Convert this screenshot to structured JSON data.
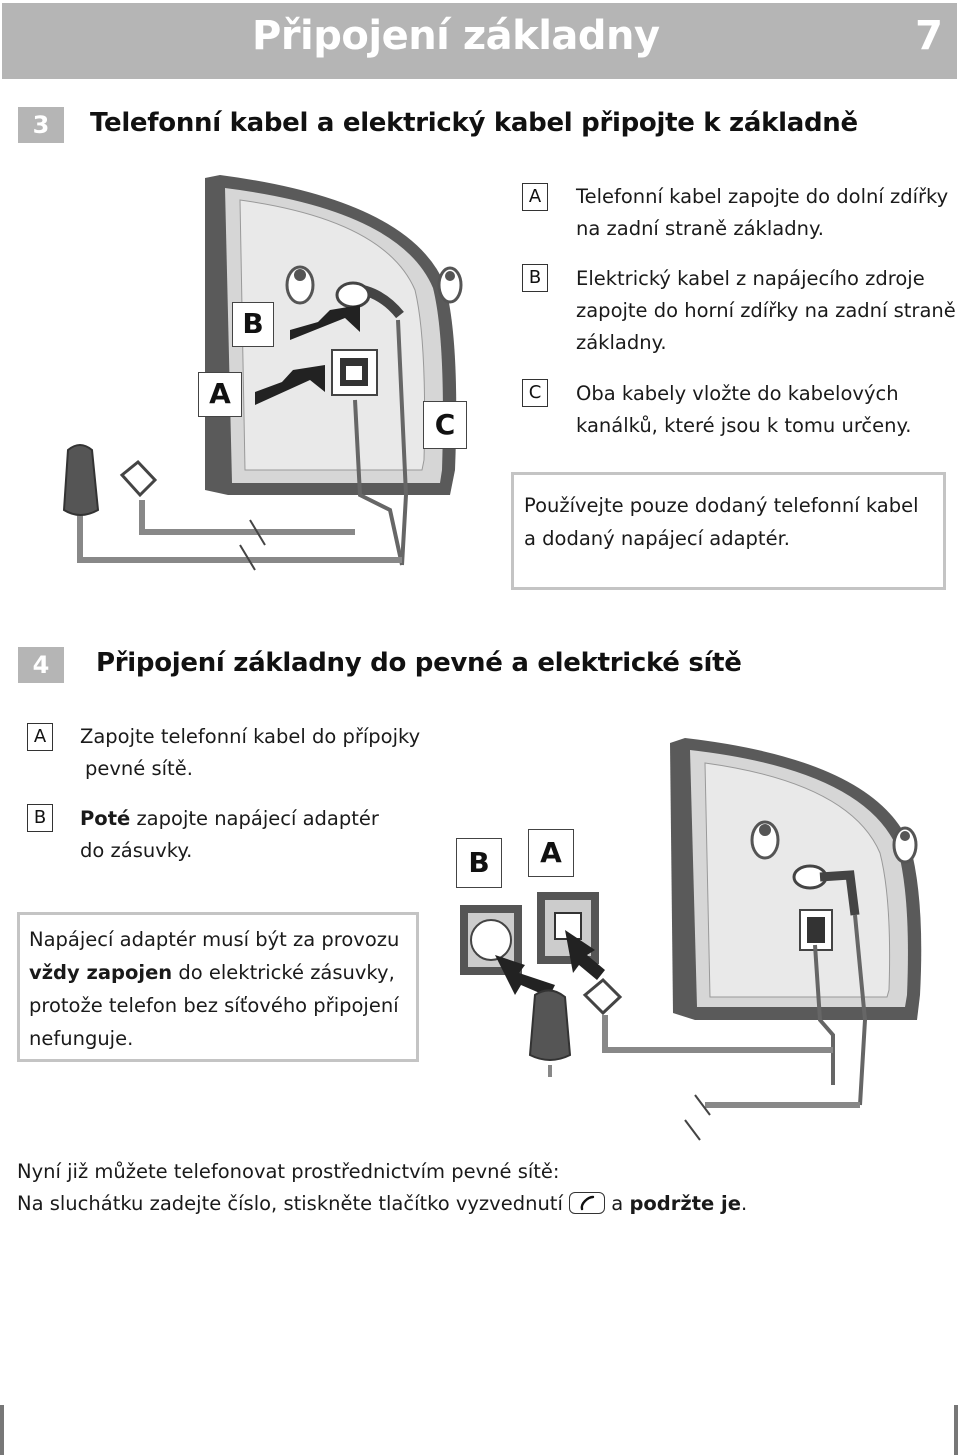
{
  "header": {
    "title": "Připojení základny",
    "page_number": "7"
  },
  "step3": {
    "number": "3",
    "heading": "Telefonní kabel a elektrický kabel připojte k základně",
    "items": [
      {
        "letter": "A",
        "line1": "Telefonní kabel zapojte do dolní zdířky",
        "line2": "na zadní straně základny.",
        "line3": ""
      },
      {
        "letter": "B",
        "line1": "Elektrický kabel z napájecího zdroje",
        "line2": "zapojte do horní zdířky na zadní straně",
        "line3": "základny."
      },
      {
        "letter": "C",
        "line1": "Oba kabely vložte do kabelových",
        "line2": "kanálků, které jsou k tomu určeny.",
        "line3": ""
      }
    ],
    "note": {
      "line1": "Používejte pouze dodaný telefonní kabel",
      "line2": "a dodaný napájecí adaptér."
    },
    "diagram_labels": {
      "a": "A",
      "b": "B",
      "c": "C"
    }
  },
  "step4": {
    "number": "4",
    "heading": "Připojení základny do pevné a elektrické sítě",
    "items": [
      {
        "letter": "A",
        "line1": "Zapojte telefonní kabel do přípojky",
        "line2": "pevné sítě."
      },
      {
        "letter": "B",
        "line1_bold": "Poté",
        "line1_rest": " zapojte napájecí adaptér",
        "line2": "do zásuvky."
      }
    ],
    "note": {
      "line1": "Napájecí adaptér musí být za provozu",
      "line2_bold": "vždy zapojen",
      "line2_rest": " do elektrické zásuvky,",
      "line3": "protože telefon bez síťového připojení",
      "line4": "nefunguje."
    },
    "diagram_labels": {
      "a": "A",
      "b": "B"
    }
  },
  "footer": {
    "line1": "Nyní již můžete telefonovat prostřednictvím pevné sítě:",
    "line2_pre": "Na sluchátku zadejte číslo, stiskněte tlačítko vyzvednutí",
    "line2_mid": " a ",
    "line2_bold": "podržte je",
    "line2_end": "."
  },
  "icons": {
    "handset_key": "handset-icon"
  },
  "colors": {
    "header_gray": "#b5b5b5",
    "note_border": "#c4c4c4"
  }
}
